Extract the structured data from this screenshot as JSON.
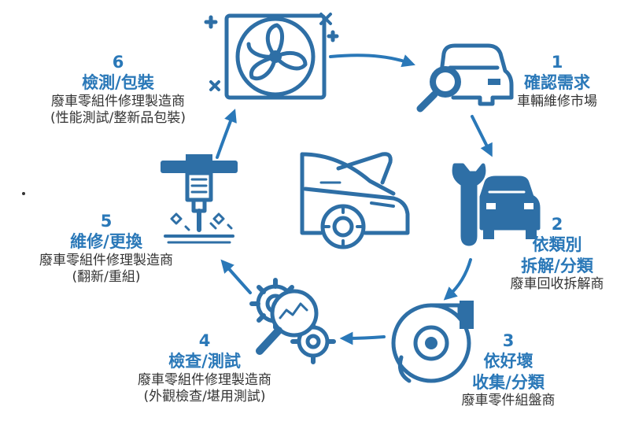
{
  "colors": {
    "accent": "#2a78b8",
    "icon": "#2e6fa6",
    "text": "#333333"
  },
  "steps": [
    {
      "num": "1",
      "title": "確認需求",
      "desc": "車輛維修市場",
      "icon": "car-magnifier-icon"
    },
    {
      "num": "2",
      "title_lines": [
        "依類別",
        "拆解/分類"
      ],
      "desc": "廢車回收拆解商",
      "icon": "wrench-car-icon"
    },
    {
      "num": "3",
      "title_lines": [
        "依好壞",
        "收集/分類"
      ],
      "desc": "廢車零件組盤商",
      "icon": "turbocharger-icon"
    },
    {
      "num": "4",
      "title": "檢查/測試",
      "desc_lines": [
        "廢車零組件修理製造商",
        "(外觀檢查/堪用測試)"
      ],
      "icon": "gear-magnifier-icon"
    },
    {
      "num": "5",
      "title": "維修/更換",
      "desc_lines": [
        "廢車零組件修理製造商",
        "(翻新/重組)"
      ],
      "icon": "jackhammer-icon"
    },
    {
      "num": "6",
      "title": "檢測/包裝",
      "desc_lines": [
        "廢車零組件修理製造商",
        "(性能測試/整新品包裝)"
      ],
      "icon": "fan-icon"
    }
  ],
  "center_icon": "car-open-hood-icon"
}
